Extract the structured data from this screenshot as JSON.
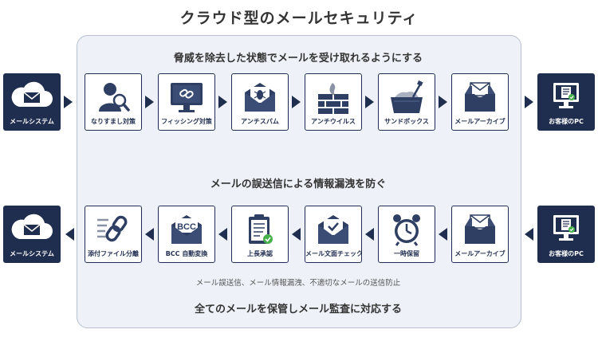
{
  "title": "クラウド型のメールセキュリティ",
  "top_heading": "脅威を除去した状態でメールを受け取れるようにする",
  "middle_heading": "メールの誤送信による情報漏洩を防ぐ",
  "bottom_note": "メール誤送信、メール情報漏洩、不適切なメールの送信防止",
  "bottom_heading": "全てのメールを保管しメール監査に対応する",
  "colors": {
    "navy": "#1f2d4f",
    "panel_bg": "#eef2f8",
    "check_green": "#46b04a"
  },
  "row1": {
    "left_external": {
      "label": "メールシステム",
      "icon": "cloud-mail-icon"
    },
    "right_external": {
      "label": "お客様のPC",
      "icon": "computer-icon"
    },
    "steps": [
      {
        "label": "なりすまし対策",
        "icon": "user-magnifier-icon"
      },
      {
        "label": "フィッシング対策",
        "icon": "monitor-link-icon"
      },
      {
        "label": "アンチスパム",
        "icon": "envelope-bug-icon"
      },
      {
        "label": "アンチウイルス",
        "icon": "firewall-icon"
      },
      {
        "label": "サンドボックス",
        "icon": "sandbox-icon"
      },
      {
        "label": "メールアーカイブ",
        "icon": "inbox-archive-icon"
      }
    ]
  },
  "row2": {
    "left_external": {
      "label": "メールシステム",
      "icon": "cloud-mail-icon"
    },
    "right_external": {
      "label": "お客様のPC",
      "icon": "computer-icon"
    },
    "steps": [
      {
        "label": "添付ファイル分離",
        "icon": "chain-link-icon"
      },
      {
        "label": "BCC 自動変換",
        "icon": "bcc-envelope-icon",
        "badge": "BCC"
      },
      {
        "label": "上長承認",
        "icon": "clipboard-check-icon"
      },
      {
        "label": "メール文面チェック",
        "icon": "envelope-check-icon"
      },
      {
        "label": "一時保留",
        "icon": "alarm-clock-icon"
      },
      {
        "label": "メールアーカイブ",
        "icon": "inbox-archive-icon"
      }
    ]
  }
}
